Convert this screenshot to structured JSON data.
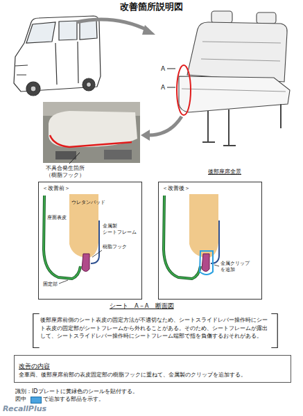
{
  "diagram": {
    "title": "改善箇所説明図",
    "nodes": [
      {
        "text": [
          "＜改善前＞"
        ]
      },
      {
        "text": [
          "＜改善後＞"
        ]
      },
      {
        "text": [
          "後部座席前側のシート表皮の固定方法が不適切なため、シートスライドレバー操作時にシート表皮の固定部がシートフレームから外れることがある。そのため、シートフレームが露出して、シートスライドレバー操作時にシートフレーム端部で指を負傷するおそれがある。"
        ]
      },
      {
        "text": [
          "改善の内容",
          "全車両、後部座席前部の表皮固定部の樹脂フックに重ねて、金属製のクリップを追加する。"
        ]
      }
    ],
    "labels": [
      "A",
      "A",
      "不具合発生箇所 （樹脂フック）",
      "後部座席全景",
      "ウレタンパッド",
      "座面表皮",
      "金属製 シートフレーム",
      "樹脂フック",
      "固定部",
      "金属クリップ を追加",
      "シート　A－A　断面図",
      "識別：IDプレートに黄緑色のシールを貼付する。",
      "図中",
      "RecallPlus"
    ],
    "legend": [
      {
        "text": "で追加する部品を示す。",
        "color": "#4aa3df"
      }
    ]
  }
}
